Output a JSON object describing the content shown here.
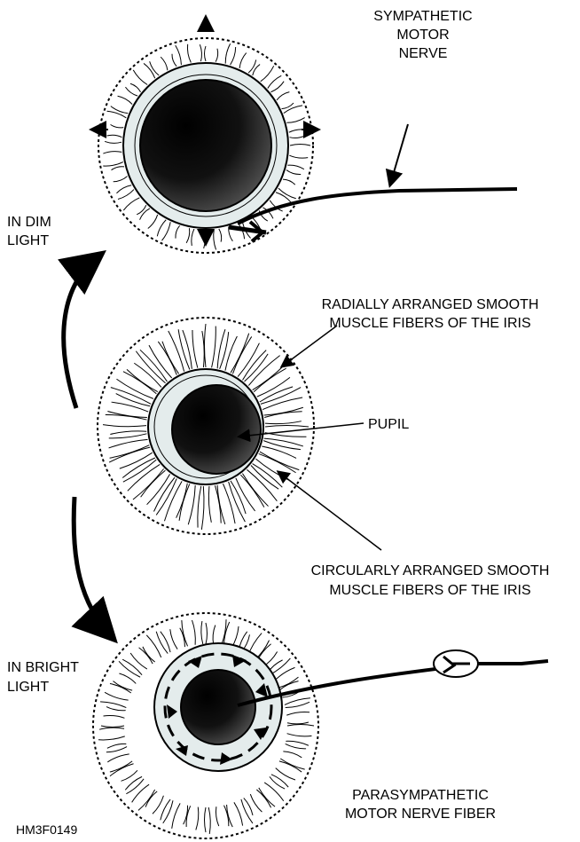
{
  "labels": {
    "sympathetic_line1": "SYMPATHETIC",
    "sympathetic_line2": "MOTOR",
    "sympathetic_line3": "NERVE",
    "dim_line1": "IN DIM",
    "dim_line2": "LIGHT",
    "radial_line1": "RADIALLY ARRANGED SMOOTH",
    "radial_line2": "MUSCLE FIBERS OF THE IRIS",
    "pupil": "PUPIL",
    "circular_line1": "CIRCULARLY ARRANGED SMOOTH",
    "circular_line2": "MUSCLE FIBERS OF THE IRIS",
    "bright_line1": "IN BRIGHT",
    "bright_line2": "LIGHT",
    "para_line1": "PARASYMPATHETIC",
    "para_line2": "MOTOR NERVE FIBER",
    "figure_code": "HM3F0149"
  },
  "colors": {
    "ink": "#000000",
    "iris_ring": "#e4ecec",
    "paper": "#ffffff"
  }
}
